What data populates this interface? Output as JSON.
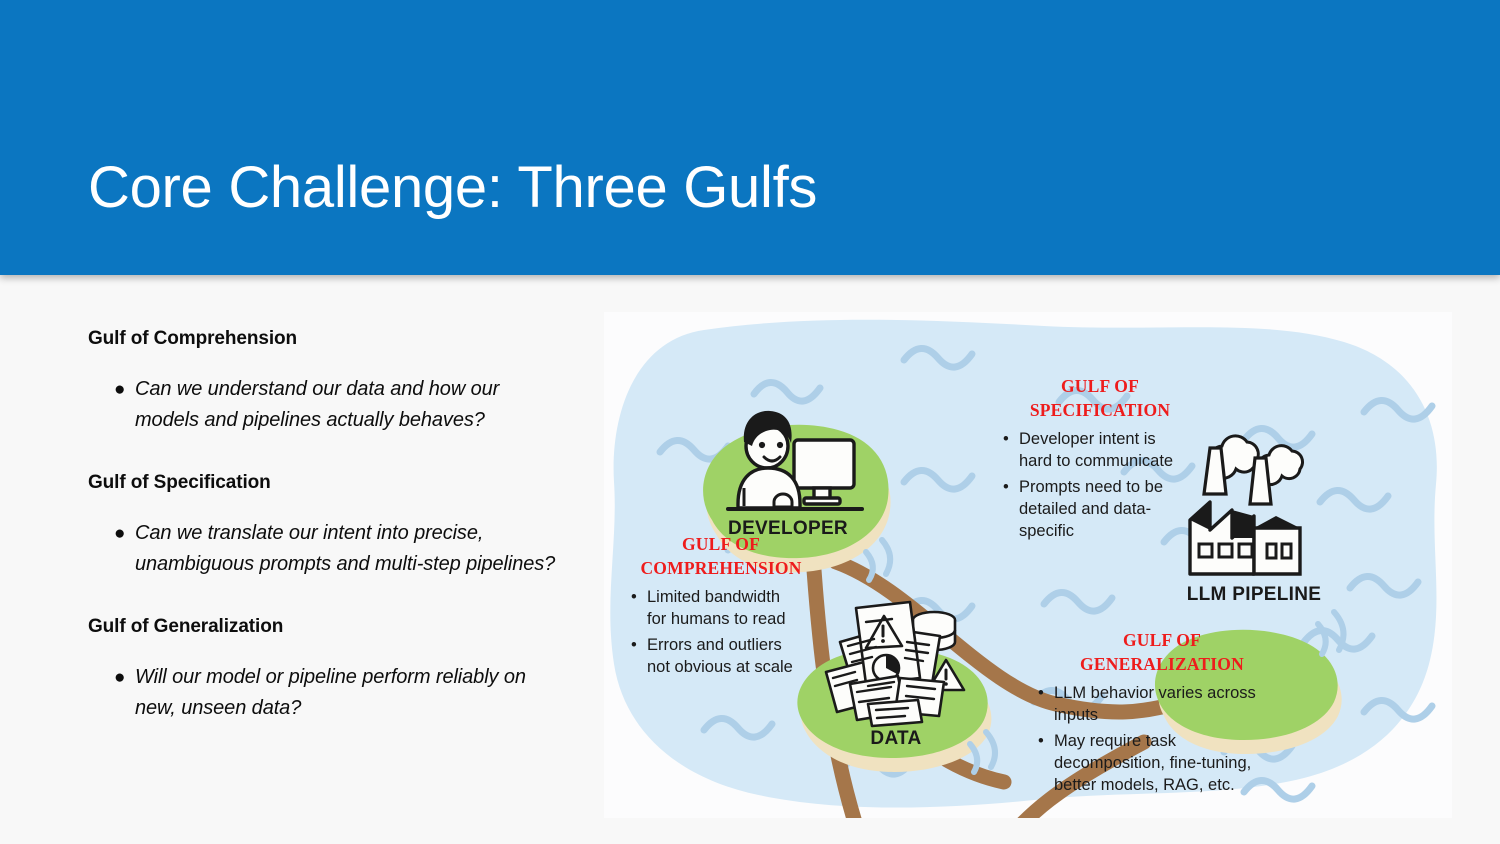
{
  "slide": {
    "title": "Core Challenge: Three Gulfs",
    "header_color": "#0b76c1",
    "background_color": "#f8f8f8"
  },
  "left_column": {
    "sections": [
      {
        "heading": "Gulf of Comprehension",
        "bullet_marker": "●",
        "bullet": "Can we understand our data and how our models and pipelines actually behaves?"
      },
      {
        "heading": "Gulf of Specification",
        "bullet_marker": "●",
        "bullet": "Can we translate our intent into precise, unambiguous prompts and multi-step pipelines?"
      },
      {
        "heading": "Gulf of Generalization",
        "bullet_marker": "●",
        "bullet": "Will our model or pipeline perform reliably on new, unseen data?"
      }
    ]
  },
  "diagram": {
    "colors": {
      "water": "#d5e9f7",
      "wave_line": "#aecfe8",
      "island_green": "#9fd266",
      "island_sand": "#f0e2c0",
      "path_brown": "#a5764a",
      "heading_red": "#ee1c1c",
      "card_background": "#fcfcfd"
    },
    "islands": [
      {
        "name": "developer",
        "label": "DEVELOPER",
        "icon": "person-at-computer-icon"
      },
      {
        "name": "llm-pipeline",
        "label": "LLM PIPELINE",
        "icon": "factory-icon"
      },
      {
        "name": "data",
        "label": "DATA",
        "icon": "document-pile-icon"
      }
    ],
    "callouts": [
      {
        "name": "gulf-of-specification",
        "heading_line1": "GULF OF",
        "heading_line2": "SPECIFICATION",
        "bullets": [
          [
            "Developer intent is",
            "hard to communicate"
          ],
          [
            "Prompts need to be",
            "detailed and data-",
            "specific"
          ]
        ]
      },
      {
        "name": "gulf-of-comprehension",
        "heading_line1": "GULF OF",
        "heading_line2": "COMPREHENSION",
        "bullets": [
          [
            "Limited bandwidth",
            "for humans to read"
          ],
          [
            "Errors and outliers",
            "not obvious at scale"
          ]
        ]
      },
      {
        "name": "gulf-of-generalization",
        "heading_line1": "GULF OF",
        "heading_line2": "GENERALIZATION",
        "bullets": [
          [
            "LLM behavior varies across",
            "inputs"
          ],
          [
            "May require task",
            "decomposition, fine-tuning,",
            "better models, RAG, etc."
          ]
        ]
      }
    ],
    "connections": [
      {
        "from": "developer",
        "to": "llm-pipeline"
      },
      {
        "from": "developer",
        "to": "data"
      },
      {
        "from": "data",
        "to": "llm-pipeline"
      }
    ]
  }
}
